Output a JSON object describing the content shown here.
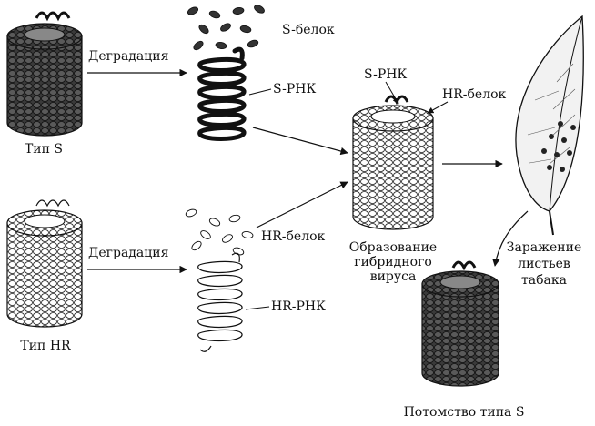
{
  "labels": {
    "type_s": "Тип S",
    "type_hr": "Тип HR",
    "degradation_top": "Деградация",
    "degradation_bottom": "Деградация",
    "s_protein": "S-белок",
    "s_rna": "S-РНК",
    "hr_protein": "HR-белок",
    "hr_rna": "HR-РНК",
    "hybrid_s_rna": "S-РНК",
    "hybrid_hr_protein": "HR-белок",
    "hybrid_formation": [
      "Образование",
      "гибридного",
      "вируса"
    ],
    "infection": [
      "Заражение",
      "листьев",
      "табака"
    ],
    "offspring": "Потомство типа S"
  },
  "colors": {
    "dark_capsid": "#2a2a2a",
    "light_capsid": "#ffffff",
    "stroke": "#111111",
    "leaf": "#f2f2f2"
  }
}
